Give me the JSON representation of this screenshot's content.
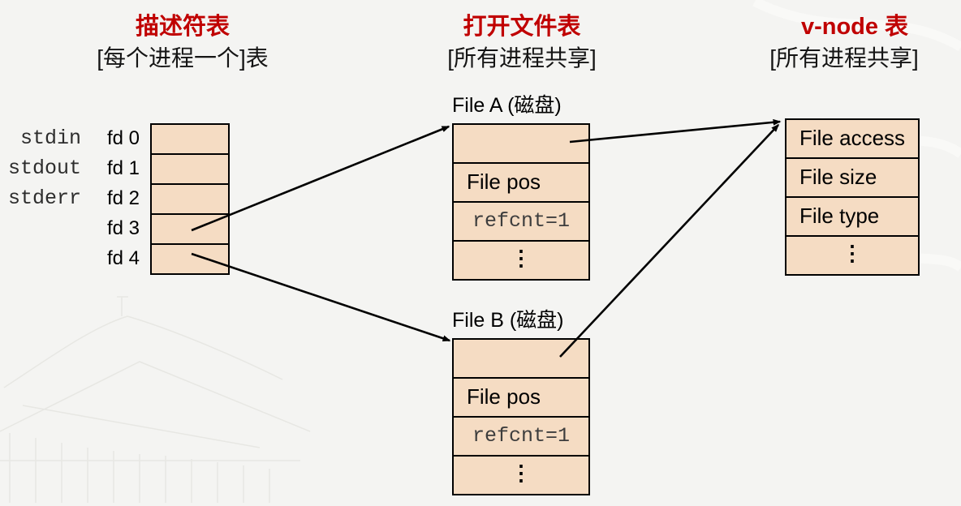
{
  "palette": {
    "accent_red": "#c00000",
    "cell_fill": "#f5dcc3",
    "line_black": "#000000",
    "page_bg": "#f4f4f2",
    "mono_text": "#3d3d3d"
  },
  "columns": {
    "descriptor": {
      "title": "描述符表",
      "subtitle": "[每个进程一个]表"
    },
    "open_file": {
      "title": "打开文件表",
      "subtitle": "[所有进程共享]"
    },
    "vnode": {
      "title": "v-node 表",
      "subtitle": "[所有进程共享]"
    }
  },
  "descriptor_table": {
    "std_labels": [
      "stdin",
      "stdout",
      "stderr"
    ],
    "fd_labels": [
      "fd 0",
      "fd 1",
      "fd 2",
      "fd 3",
      "fd 4"
    ]
  },
  "file_a": {
    "label": "File A (磁盘)",
    "rows": {
      "pos": "File pos",
      "refcnt": "refcnt=1",
      "more": "⋮"
    }
  },
  "file_b": {
    "label": "File B (磁盘)",
    "rows": {
      "pos": "File pos",
      "refcnt": "refcnt=1",
      "more": "⋮"
    }
  },
  "vnode_table": {
    "rows": [
      "File access",
      "File size",
      "File type",
      "⋮"
    ]
  },
  "connections": [
    {
      "from": "fd 3",
      "to": "File A open file entry"
    },
    {
      "from": "fd 4",
      "to": "File B open file entry"
    },
    {
      "from": "File A open file entry",
      "to": "v-node table"
    },
    {
      "from": "File B open file entry",
      "to": "v-node table"
    }
  ]
}
